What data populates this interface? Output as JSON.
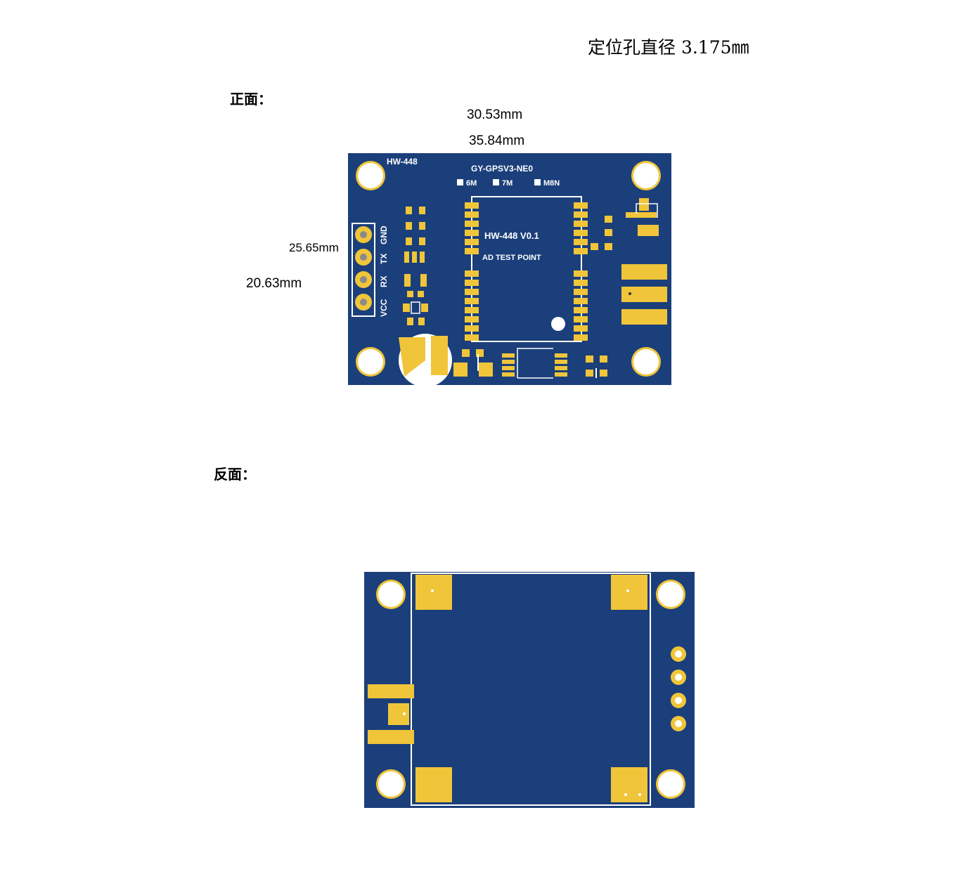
{
  "hole_note": "定位孔直径 3.175㎜",
  "front": {
    "section_label": "正面：",
    "width_inner": "30.53mm",
    "width_outer": "35.84mm",
    "height_outer": "25.65mm",
    "height_inner": "20.63mm",
    "silk_board_id": "HW-448",
    "silk_model": "GY-GPSV3-NE0",
    "silk_options": [
      "6M",
      "7M",
      "M8N"
    ],
    "silk_version": "HW-448 V0.1",
    "silk_test": "AD TEST POINT",
    "pins": [
      "GND",
      "TX",
      "RX",
      "VCC"
    ]
  },
  "back": {
    "section_label": "反面："
  },
  "colors": {
    "pcb": "#1b3f7a",
    "pad": "#f0c53a",
    "silkscreen": "#ffffff"
  }
}
